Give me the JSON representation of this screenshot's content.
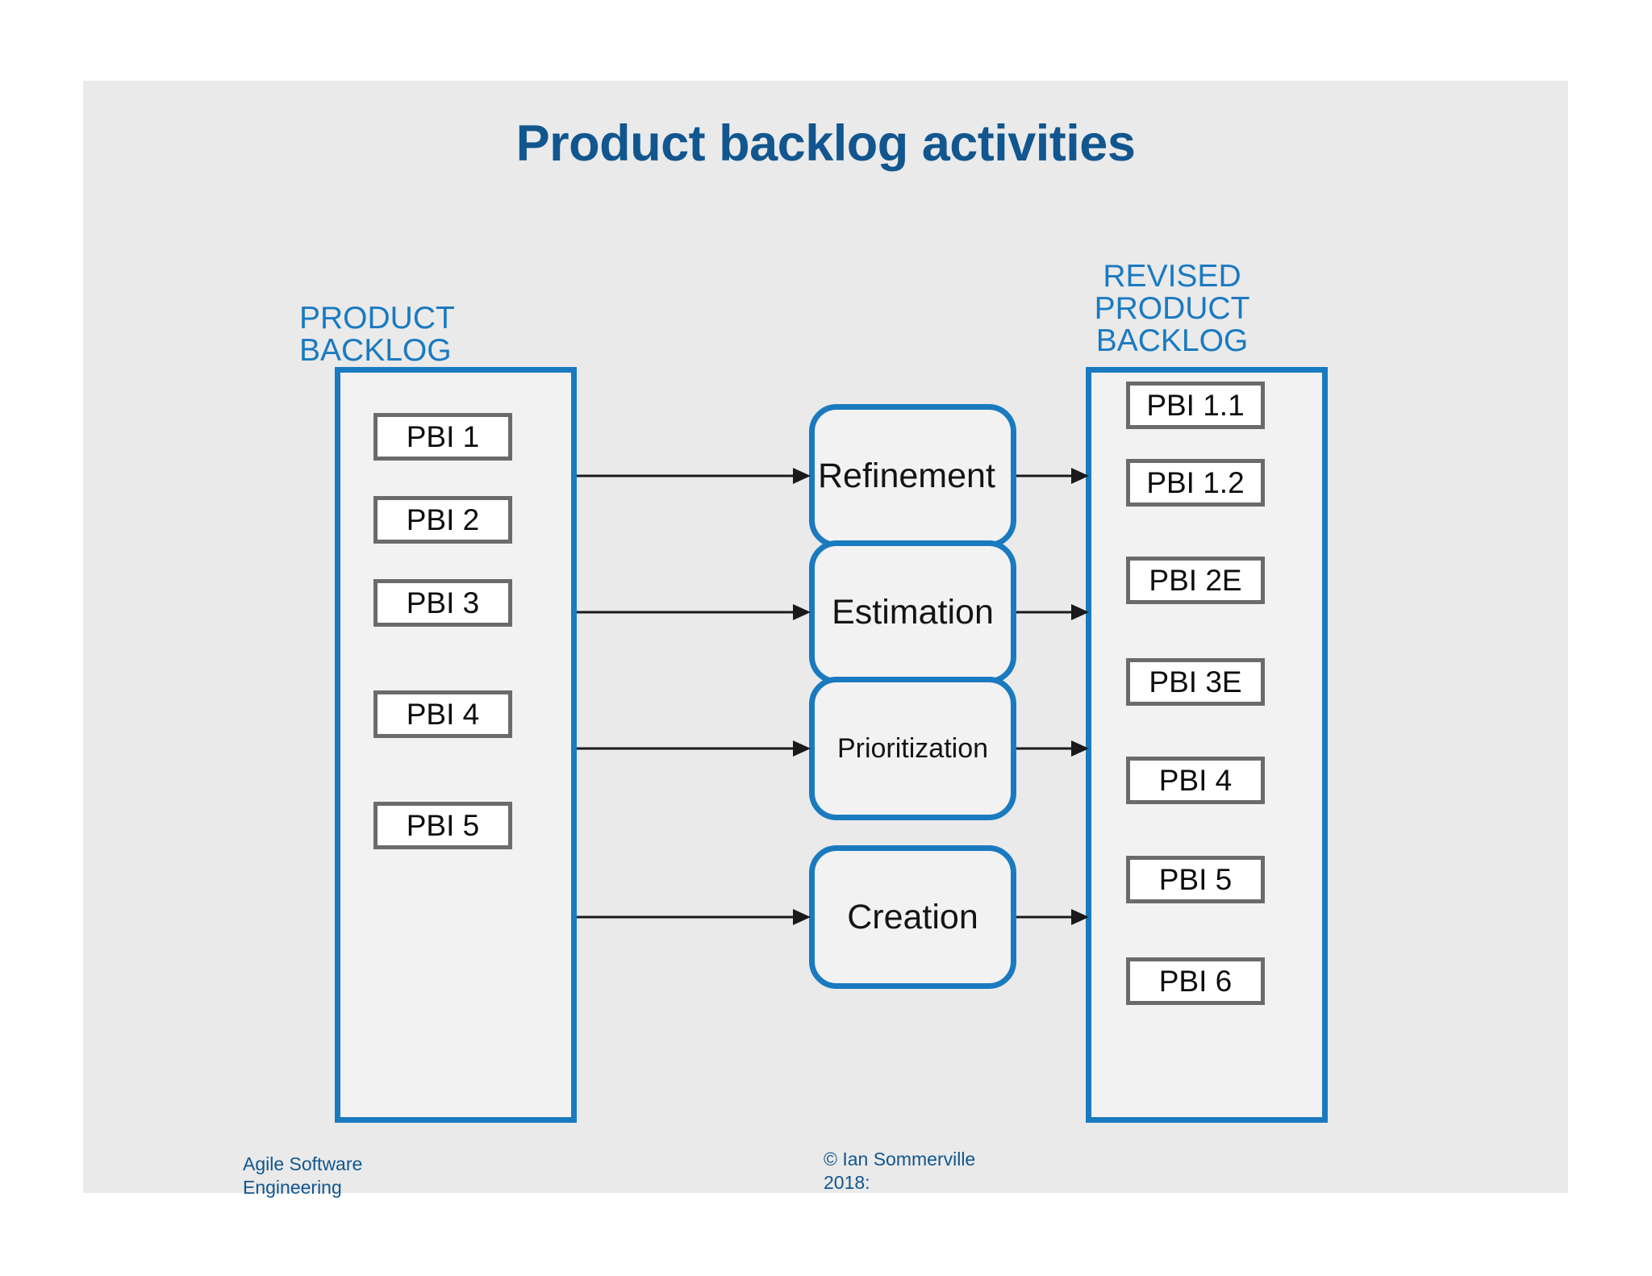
{
  "slide": {
    "title": "Product backlog activities",
    "background_color": "#eaeaea",
    "accent_blue": "#1a7ac0",
    "title_blue": "#11568f",
    "item_border_gray": "#6b6b6b"
  },
  "left_column": {
    "caption": "PRODUCT\nBACKLOG",
    "items": [
      {
        "label": "PBI 1"
      },
      {
        "label": "PBI 2"
      },
      {
        "label": "PBI 3"
      },
      {
        "label": "PBI 4"
      },
      {
        "label": "PBI 5"
      }
    ]
  },
  "right_column": {
    "caption": "REVISED\nPRODUCT\nBACKLOG",
    "items": [
      {
        "label": "PBI 1.1"
      },
      {
        "label": "PBI 1.2"
      },
      {
        "label": "PBI 2E"
      },
      {
        "label": "PBI 3E"
      },
      {
        "label": "PBI 4"
      },
      {
        "label": "PBI 5"
      },
      {
        "label": "PBI 6"
      }
    ]
  },
  "activities": [
    {
      "label": "Refinement"
    },
    {
      "label": "Estimation"
    },
    {
      "label": "Prioritization"
    },
    {
      "label": "Creation"
    }
  ],
  "footer": {
    "left": "Agile Software\nEngineering",
    "center": "© Ian Sommerville\n2018:"
  }
}
